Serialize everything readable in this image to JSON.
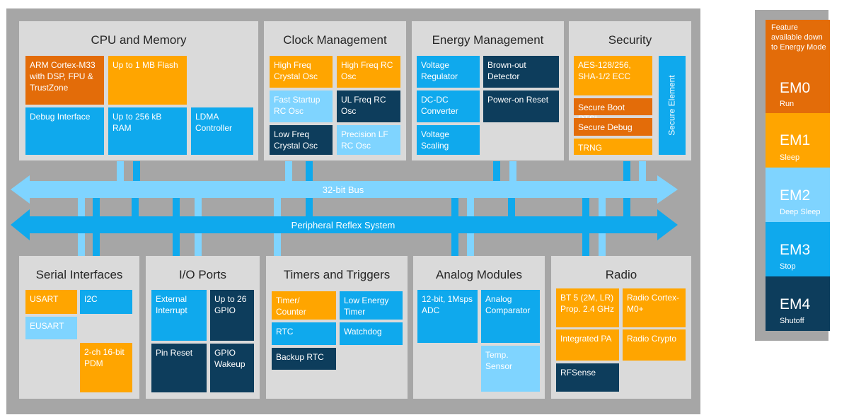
{
  "bus_labels": {
    "bus32": "32-bit Bus",
    "prs": "Peripheral Reflex System"
  },
  "panels": {
    "cpu": "CPU and Memory",
    "clock": "Clock Management",
    "energy": "Energy Management",
    "security": "Security",
    "serial": "Serial Interfaces",
    "io": "I/O Ports",
    "timers": "Timers and Triggers",
    "analog": "Analog Modules",
    "radio": "Radio"
  },
  "blocks": {
    "arm": "ARM Cortex-M33 with DSP, FPU & TrustZone",
    "flash": "Up to 1 MB Flash",
    "debug": "Debug Interface",
    "ram": "Up to 256 kB RAM",
    "ldma": "LDMA Controller",
    "hf_xo": "High Freq Crystal Osc",
    "hf_rc": "High Freq RC Osc",
    "fast_rc": "Fast Startup RC Osc",
    "ulf_rc": "UL Freq RC Osc",
    "lf_xo": "Low Freq Crystal Osc",
    "plf_rc": "Precision LF RC Osc",
    "vreg": "Voltage Regulator",
    "bod": "Brown-out Detector",
    "dcdc": "DC-DC Converter",
    "por": "Power-on Reset",
    "vscale": "Voltage Scaling",
    "aes": "AES-128/256, SHA-1/2 ECC",
    "boot": "Secure Boot RTSL",
    "sdebug": "Secure Debug",
    "trng": "TRNG",
    "sec_elem": "Secure Element",
    "usart": "USART",
    "i2c": "I2C",
    "eusart": "EUSART",
    "pdm": "2-ch 16-bit PDM",
    "ext_int": "External Interrupt",
    "gpio": "Up to 26 GPIO",
    "pin_reset": "Pin Reset",
    "gpio_wake": "GPIO Wakeup",
    "timer": "Timer/ Counter",
    "letimer": "Low Energy Timer",
    "rtc": "RTC",
    "wdog": "Watchdog",
    "brtc": "Backup RTC",
    "adc": "12-bit, 1Msps ADC",
    "acmp": "Analog Comparator",
    "temp": "Temp. Sensor",
    "bt": "BT 5 (2M, LR) Prop. 2.4 GHz",
    "radio_m0": "Radio Cortex-M0+",
    "pa": "Integrated PA",
    "rcrypto": "Radio Crypto",
    "rfsense": "RFSense"
  },
  "legend": {
    "header": "Feature available down to Energy Mode",
    "levels": [
      {
        "name": "EM0",
        "desc": "Run"
      },
      {
        "name": "EM1",
        "desc": "Sleep"
      },
      {
        "name": "EM2",
        "desc": "Deep Sleep"
      },
      {
        "name": "EM3",
        "desc": "Stop"
      },
      {
        "name": "EM4",
        "desc": "Shutoff"
      }
    ]
  },
  "colors": {
    "em0": "#e36c09",
    "em1": "#ffa500",
    "em2": "#7fd4ff",
    "em3": "#0fa9ed",
    "em4": "#0d3d5c",
    "bus": "#0fa9ed",
    "panel": "#dadada",
    "frame": "#a6a6a6"
  }
}
